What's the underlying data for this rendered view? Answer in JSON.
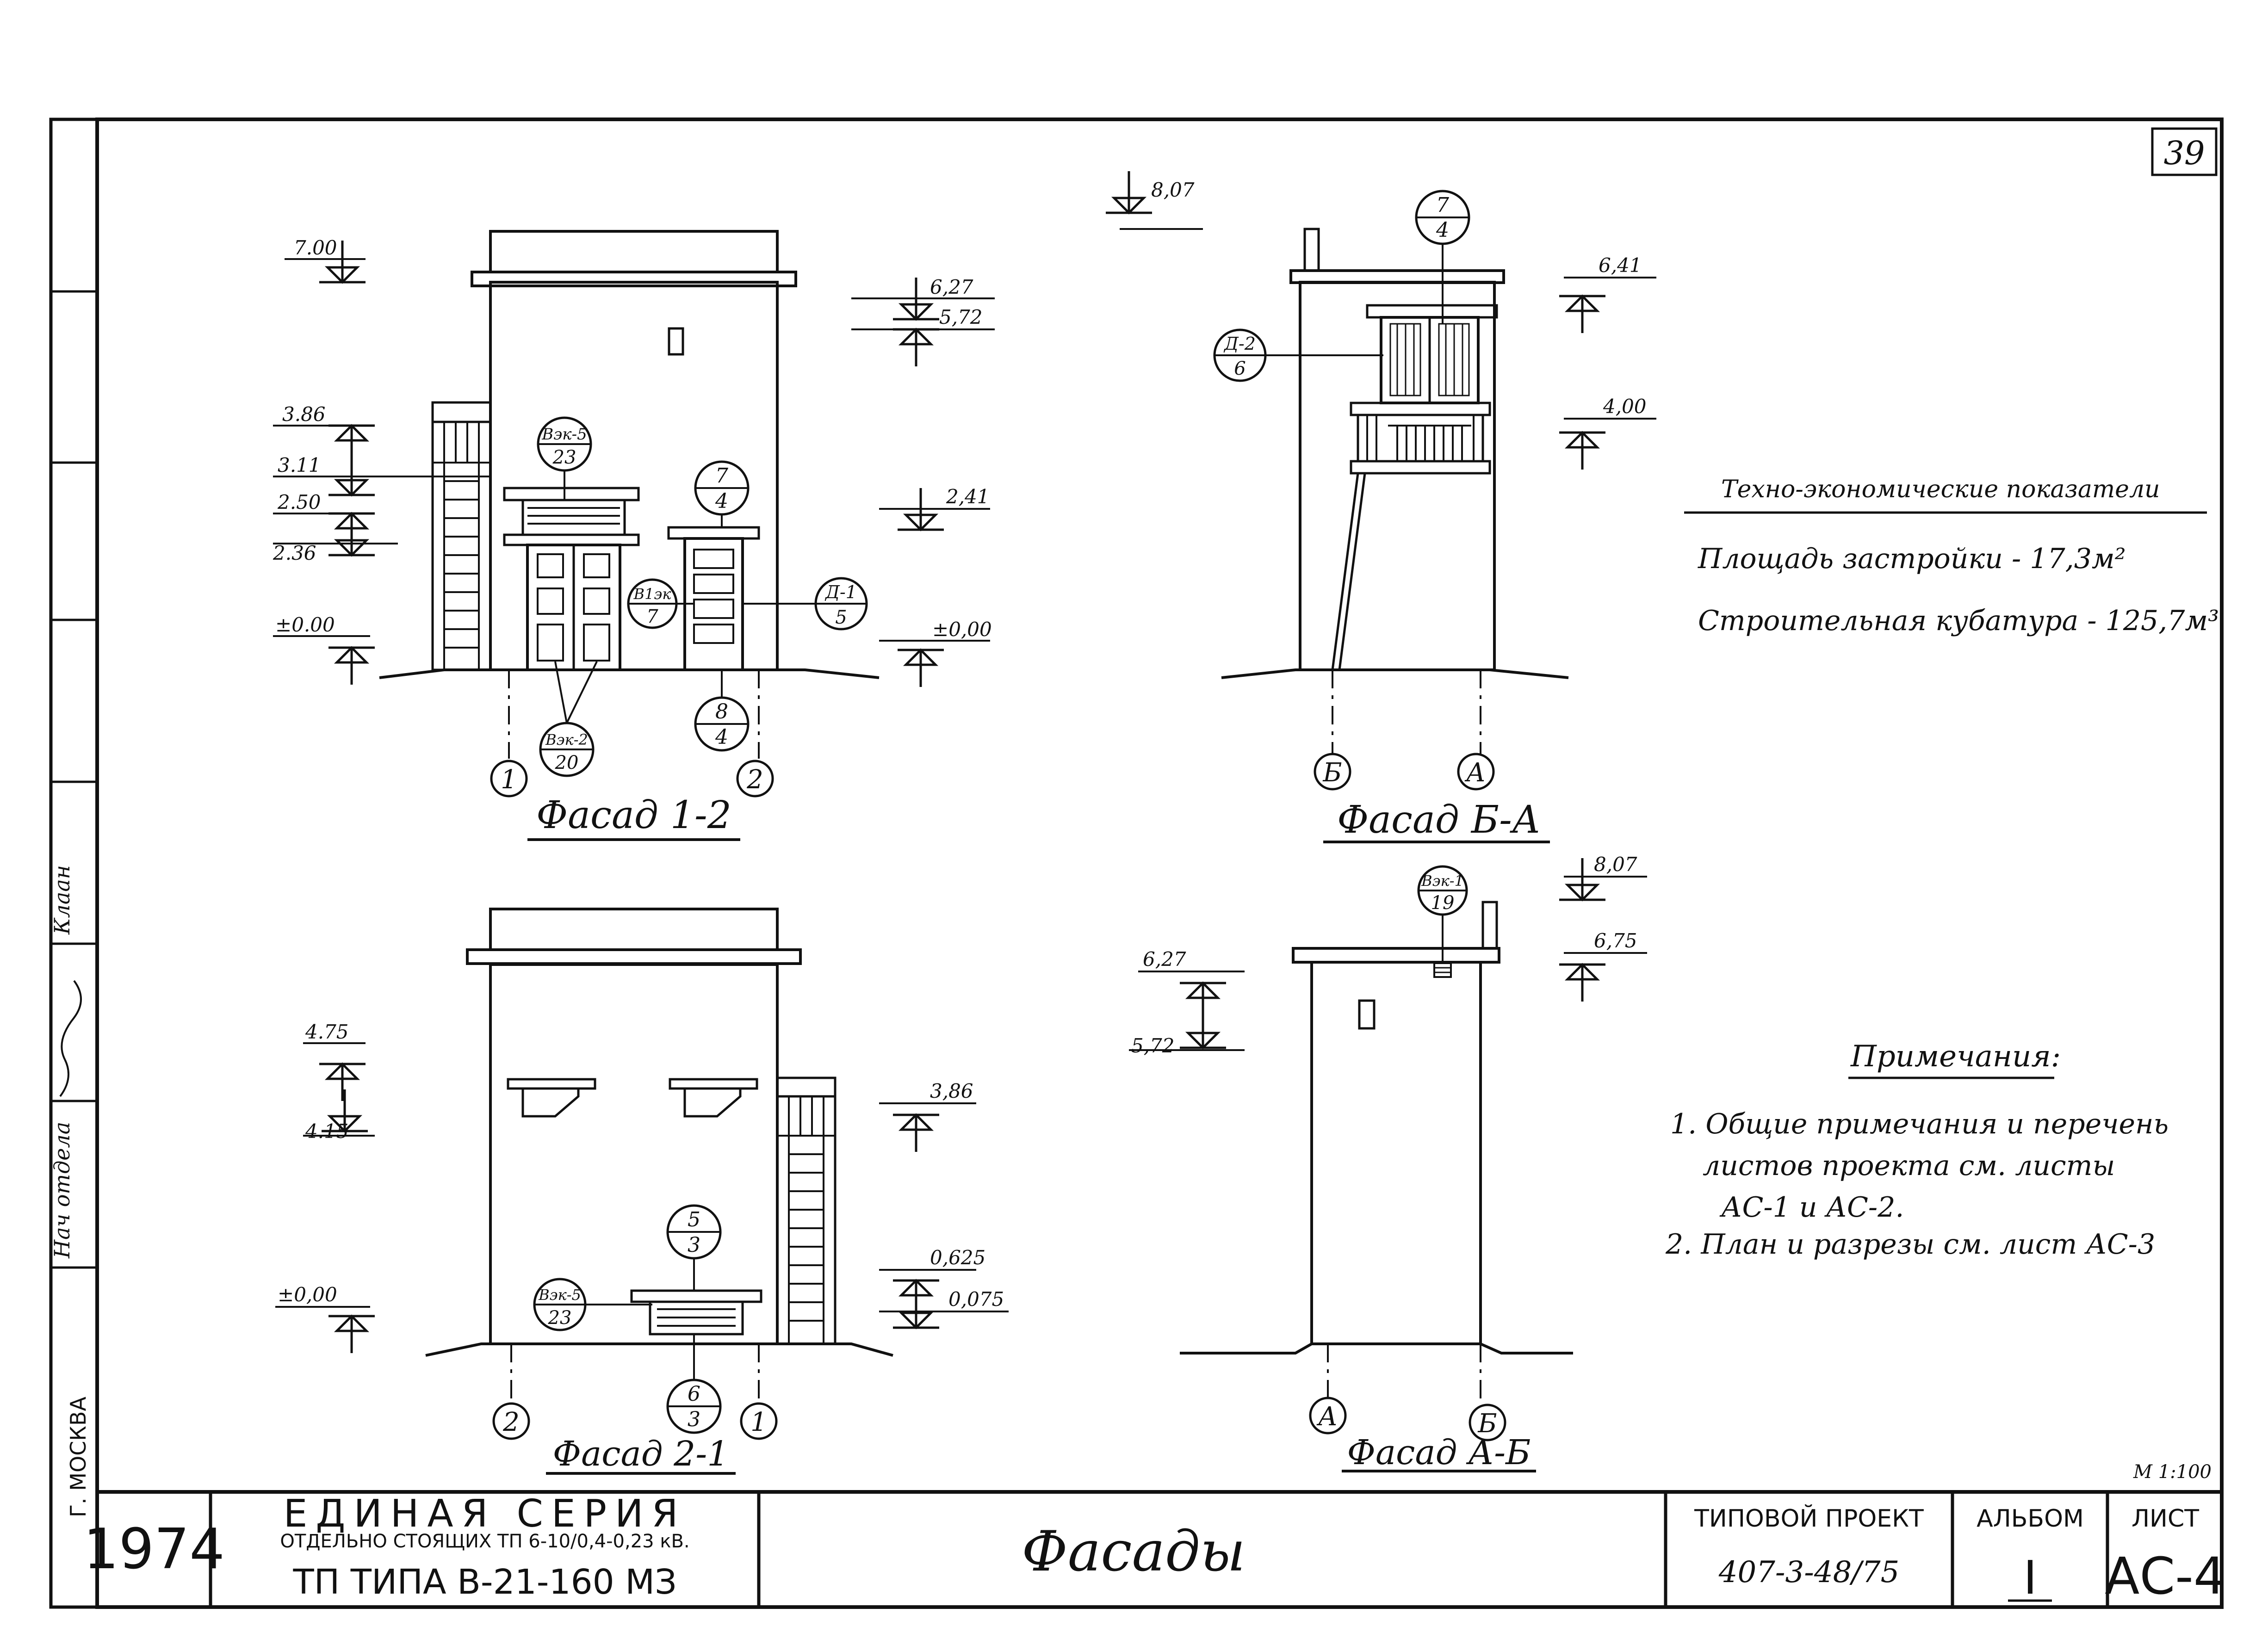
{
  "sheet": {
    "number": "39",
    "scale": "М 1:100"
  },
  "side_stamp": {
    "city": "Г. МОСКВА",
    "head_of_department": "Нач отдела",
    "sign_1": "Клаан",
    "sign_2": ""
  },
  "title_block": {
    "year": "1974",
    "series_title": "ЕДИНАЯ СЕРИЯ",
    "series_subtitle": "ОТДЕЛЬНО СТОЯЩИХ ТП 6-10/0,4-0,23 кВ.",
    "tp_type": "ТП ТИПА В-21-160 МЗ",
    "sheet_name": "Фасады",
    "project_label": "ТИПОВОЙ ПРОЕКТ",
    "project_number": "407-3-48/75",
    "album_label": "АЛЬБОМ",
    "album_value": "I",
    "sheet_label": "ЛИСТ",
    "sheet_value": "АС-4"
  },
  "indicators": {
    "heading": "Техно-экономические показатели",
    "area": "Площадь застройки - 17,3м²",
    "volume": "Строительная кубатура - 125,7м³"
  },
  "notes": {
    "heading": "Примечания:",
    "line1": "1. Общие примечания и перечень",
    "line2": "листов проекта см. листы",
    "line3": "АС-1 и АС-2.",
    "line4": "2. План и разрезы см. лист АС-3"
  },
  "facade_12": {
    "title": "Фасад 1-2",
    "marks_left": [
      "7.00",
      "3.86",
      "3.11",
      "2.50",
      "2.36",
      "±0.00"
    ],
    "marks_right": [
      "6,27",
      "5,72",
      "2,41",
      "±0,00"
    ],
    "callouts": [
      {
        "top": "Вэк-5",
        "bottom": "23"
      },
      {
        "top": "7",
        "bottom": "4"
      },
      {
        "top": "В1эк",
        "bottom": "7"
      },
      {
        "top": "Д-1",
        "bottom": "5"
      },
      {
        "top": "8",
        "bottom": "4"
      },
      {
        "top": "Вэк-2",
        "bottom": "20"
      }
    ],
    "axes": [
      "1",
      "2"
    ]
  },
  "facade_ba": {
    "title": "Фасад Б-А",
    "mark_top": "8,07",
    "marks_right": [
      "6,41",
      "4,00"
    ],
    "callouts": [
      {
        "top": "7",
        "bottom": "4"
      },
      {
        "top": "Д-2",
        "bottom": "6"
      }
    ],
    "axes": [
      "Б",
      "А"
    ]
  },
  "facade_21": {
    "title": "Фасад 2-1",
    "marks_left": [
      "4.75",
      "4.15",
      "±0,00"
    ],
    "marks_right": [
      "3,86",
      "0,625",
      "0,075"
    ],
    "callouts": [
      {
        "top": "5",
        "bottom": "3"
      },
      {
        "top": "Вэк-5",
        "bottom": "23"
      },
      {
        "top": "6",
        "bottom": "3"
      }
    ],
    "axes": [
      "2",
      "1"
    ]
  },
  "facade_ab": {
    "title": "Фасад А-Б",
    "marks_left": [
      "6,27",
      "5,72"
    ],
    "marks_right": [
      "8,07",
      "6,75"
    ],
    "callouts": [
      {
        "top": "Вэк-1",
        "bottom": "19"
      }
    ],
    "axes": [
      "А",
      "Б"
    ]
  }
}
